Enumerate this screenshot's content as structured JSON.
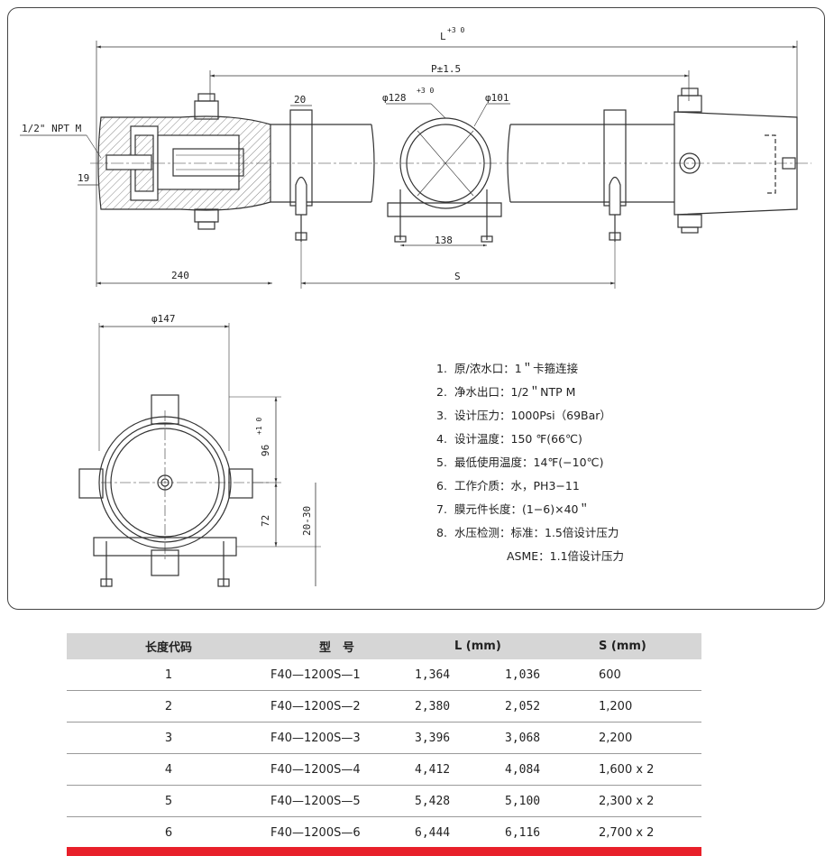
{
  "dimensions": {
    "length_L": "L",
    "length_L_tol": "+3 0",
    "pitch_P": "P±1.5",
    "clamp_width": "20",
    "shell_dia": "φ128",
    "shell_dia_tol": "+3 0",
    "pipe_dia": "φ101",
    "port_label": "1/2\" NPT M",
    "end_offset": "19",
    "support_span": "138",
    "end_length": "240",
    "spacing_S": "S",
    "end_view_dia": "φ147",
    "end_view_height": "96",
    "end_view_height_tol": "+1 0",
    "end_view_72": "72",
    "end_view_range": "20-30"
  },
  "notes": [
    {
      "num": "1.",
      "text": "原/浓水口：1＂卡箍连接"
    },
    {
      "num": "2.",
      "text": "净水出口：1/2＂NTP M"
    },
    {
      "num": "3.",
      "text": "设计压力：1000Psi（69Bar）"
    },
    {
      "num": "4.",
      "text": "设计温度：150 ℉(66℃)"
    },
    {
      "num": "5.",
      "text": "最低使用温度：14℉(−10℃)"
    },
    {
      "num": "6.",
      "text": "工作介质：水，PH3−11"
    },
    {
      "num": "7.",
      "text": "膜元件长度：(1−6)×40＂"
    },
    {
      "num": "8.",
      "text": "水压检测：标准：1.5倍设计压力"
    }
  ],
  "notes_continuation": "ASME：1.1倍设计压力",
  "table": {
    "headers": {
      "code": "长度代码",
      "model": "型　号",
      "length": "L (mm)",
      "spacing": "S (mm)"
    },
    "rows": [
      {
        "code": "1",
        "model": "F40—1200S—1",
        "l1": "1,364",
        "l2": "1,036",
        "s": "600"
      },
      {
        "code": "2",
        "model": "F40—1200S—2",
        "l1": "2,380",
        "l2": "2,052",
        "s": "1,200"
      },
      {
        "code": "3",
        "model": "F40—1200S—3",
        "l1": "3,396",
        "l2": "3,068",
        "s": "2,200"
      },
      {
        "code": "4",
        "model": "F40—1200S—4",
        "l1": "4,412",
        "l2": "4,084",
        "s": "1,600 x 2"
      },
      {
        "code": "5",
        "model": "F40—1200S—5",
        "l1": "5,428",
        "l2": "5,100",
        "s": "2,300 x 2"
      },
      {
        "code": "6",
        "model": "F40—1200S—6",
        "l1": "6,444",
        "l2": "6,116",
        "s": "2,700 x 2"
      }
    ]
  },
  "colors": {
    "line": "#333333",
    "hatch_fill": "#e8e8e8",
    "header_bg": "#d6d6d6",
    "accent_bar": "#e8202a"
  }
}
